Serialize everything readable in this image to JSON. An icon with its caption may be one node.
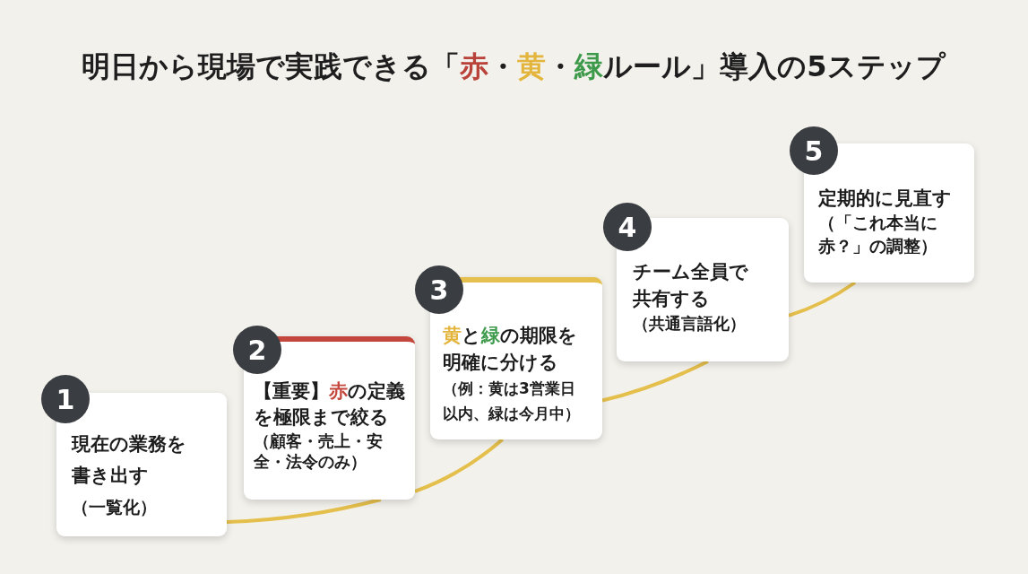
{
  "diagram": {
    "title": "明日から現場で実践できる「**赤**・**黄**・**緑**ルール」導入の5ステップ",
    "nodes": [
      {
        "text": [
          "1"
        ]
      },
      {
        "text": [
          "現在の業務を書き出す",
          "（一覧化）"
        ]
      },
      {
        "text": [
          "2"
        ]
      },
      {
        "text": [
          "【重要】**赤**の定義を極限まで絞る",
          "（顧客・売上・安全・法令のみ）"
        ]
      },
      {
        "text": [
          "3"
        ]
      },
      {
        "text": [
          "**黄**と**緑**の期限を明確に分ける",
          "（例：黄は3営業日以内、緑は今月中）"
        ]
      },
      {
        "text": [
          "4"
        ]
      },
      {
        "text": [
          "チーム全員で共有する",
          "（共通言語化）"
        ]
      },
      {
        "text": [
          "5"
        ]
      },
      {
        "text": [
          "定期的に見直す",
          "（「これ本当に赤？」の調整）"
        ]
      }
    ],
    "edges": [
      {
        "from": 1,
        "to": 3,
        "arrow": "none"
      },
      {
        "from": 3,
        "to": 5,
        "arrow": "none"
      },
      {
        "from": 5,
        "to": 7,
        "arrow": "none"
      },
      {
        "from": 7,
        "to": 9,
        "arrow": "none"
      }
    ]
  }
}
